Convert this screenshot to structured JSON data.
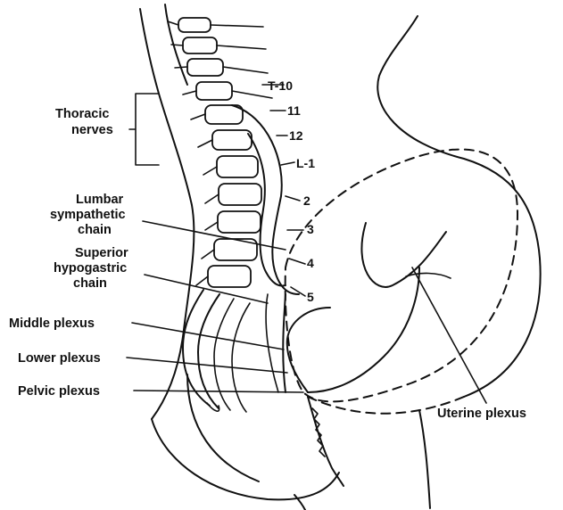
{
  "labels": {
    "thoracic_nerves": [
      "Thoracic",
      "nerves"
    ],
    "lumbar_sympathetic_chain": [
      "Lumbar",
      "sympathetic",
      "chain"
    ],
    "superior_hypogastric_chain": [
      "Superior",
      "hypogastric",
      "chain"
    ],
    "middle_plexus": "Middle plexus",
    "lower_plexus": "Lower plexus",
    "pelvic_plexus": "Pelvic plexus",
    "uterine_plexus": "Uterine plexus"
  },
  "segments": [
    "T-10",
    "11",
    "12",
    "L-1",
    "2",
    "3",
    "4",
    "5"
  ],
  "colors": {
    "ink": "#111111",
    "background": "#ffffff"
  }
}
